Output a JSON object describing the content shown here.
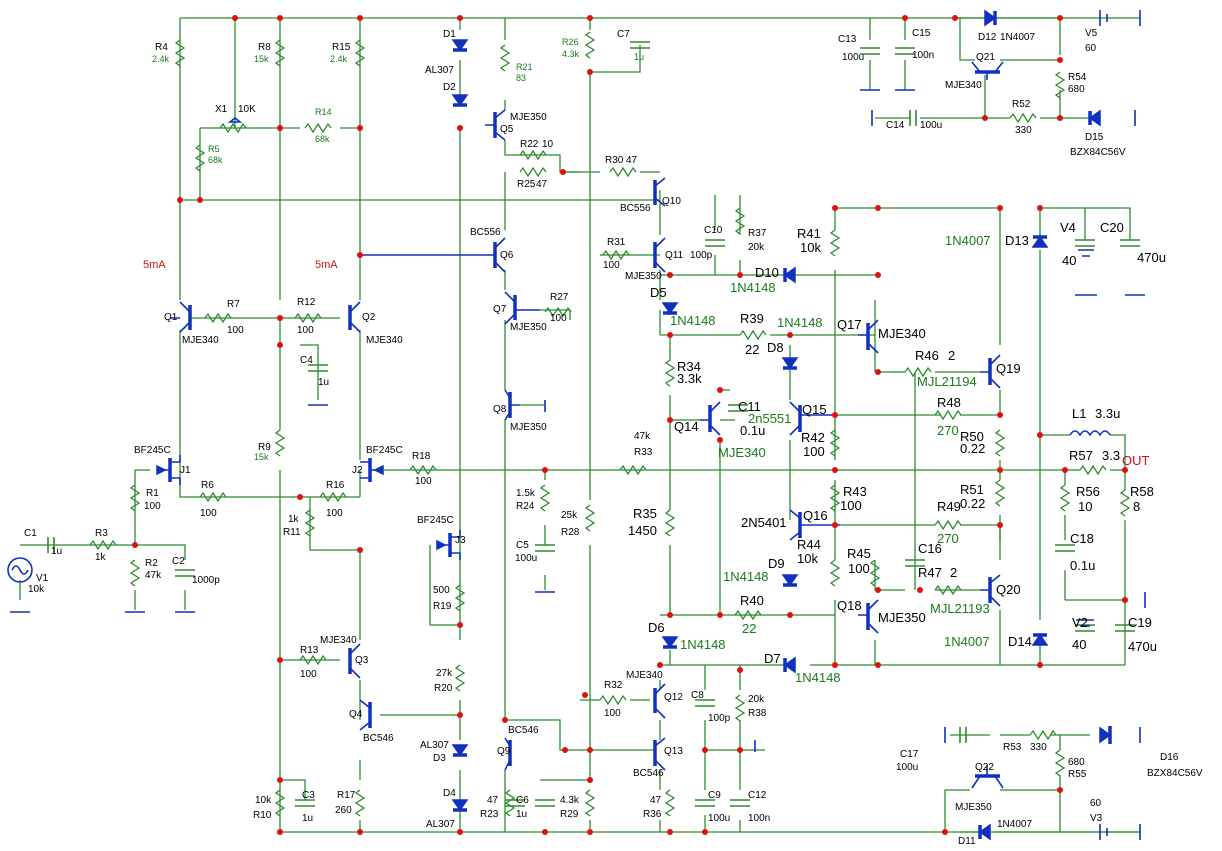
{
  "schematic": {
    "current_labels": [
      "5mA",
      "5mA"
    ],
    "output_label": "OUT",
    "components": {
      "R4": {
        "ref": "R4",
        "value": "2.4k"
      },
      "R8": {
        "ref": "R8",
        "value": "15k"
      },
      "R15": {
        "ref": "R15",
        "value": "2.4k"
      },
      "X1": {
        "ref": "X1",
        "value": "10K"
      },
      "R14": {
        "ref": "R14",
        "value": "68k"
      },
      "R5": {
        "ref": "R5",
        "value": "68k"
      },
      "D1": {
        "ref": "D1"
      },
      "D2": {
        "ref": "D2"
      },
      "AL307_top": {
        "value": "AL307"
      },
      "R21": {
        "ref": "R21",
        "value": "83"
      },
      "Q5": {
        "ref": "Q5",
        "part": "MJE350"
      },
      "R22": {
        "ref": "R22",
        "value": "10"
      },
      "R25": {
        "ref": "R25",
        "value": "47"
      },
      "R26": {
        "ref": "R26",
        "value": "4.3k"
      },
      "C7": {
        "ref": "C7",
        "value": "1u"
      },
      "R30": {
        "ref": "R30",
        "value": "47"
      },
      "Q10": {
        "ref": "Q10",
        "part": "BC556"
      },
      "C13": {
        "ref": "C13",
        "value": "100u"
      },
      "C15": {
        "ref": "C15",
        "value": "100n"
      },
      "D12": {
        "ref": "D12",
        "part": "1N4007"
      },
      "V5": {
        "ref": "V5",
        "value": "60"
      },
      "Q21": {
        "ref": "Q21",
        "part": "MJE340"
      },
      "R54": {
        "ref": "R54",
        "value": "680"
      },
      "C14": {
        "ref": "C14",
        "value": "100u"
      },
      "R52": {
        "ref": "R52",
        "value": "330"
      },
      "D15": {
        "ref": "D15",
        "part": "BZX84C56V"
      },
      "Q6": {
        "ref": "Q6",
        "part": "BC556"
      },
      "R31": {
        "ref": "R31",
        "value": "100"
      },
      "Q11": {
        "ref": "Q11",
        "part": "MJE350"
      },
      "C10": {
        "ref": "C10",
        "value": "100p"
      },
      "R37": {
        "ref": "R37",
        "value": "20k"
      },
      "R41": {
        "ref": "R41",
        "value": "10k"
      },
      "V4": {
        "ref": "V4",
        "value": "40"
      },
      "C20": {
        "ref": "C20",
        "value": "470u"
      },
      "D13": {
        "ref": "D13",
        "part": "1N4007"
      },
      "D10": {
        "ref": "D10",
        "part": "1N4148"
      },
      "D5": {
        "ref": "D5",
        "part": "1N4148"
      },
      "Q7": {
        "ref": "Q7",
        "part": "MJE350"
      },
      "R27": {
        "ref": "R27",
        "value": "100"
      },
      "Q1": {
        "ref": "Q1",
        "part": "MJE340"
      },
      "R7": {
        "ref": "R7",
        "value": "100"
      },
      "R12": {
        "ref": "R12",
        "value": "100"
      },
      "Q2": {
        "ref": "Q2",
        "part": "MJE340"
      },
      "C4": {
        "ref": "C4",
        "value": "1u"
      },
      "R39": {
        "ref": "R39",
        "value": "22"
      },
      "D8": {
        "ref": "D8",
        "part": "1N4148"
      },
      "Q17": {
        "ref": "Q17",
        "part": "MJE340"
      },
      "R46": {
        "ref": "R46",
        "value": "2"
      },
      "Q19": {
        "ref": "Q19",
        "part": "MJL21194"
      },
      "R34": {
        "ref": "R34",
        "value": "3.3k"
      },
      "C11": {
        "ref": "C11",
        "value": "0.1u"
      },
      "Q14": {
        "ref": "Q14",
        "part": "MJE340"
      },
      "Q15": {
        "ref": "Q15",
        "part": "2n5551"
      },
      "R48": {
        "ref": "R48",
        "value": "270"
      },
      "R50": {
        "ref": "R50",
        "value": "0.22"
      },
      "L1": {
        "ref": "L1",
        "value": "3.3u"
      },
      "Q8": {
        "ref": "Q8",
        "part": "MJE350"
      },
      "R42": {
        "ref": "R42",
        "value": "100"
      },
      "J1": {
        "ref": "J1",
        "part": "BF245C"
      },
      "J2": {
        "ref": "J2",
        "part": "BF245C"
      },
      "R9": {
        "ref": "R9",
        "value": "15k"
      },
      "R18": {
        "ref": "R18",
        "value": "100"
      },
      "R33": {
        "ref": "R33",
        "value": "47k"
      },
      "R57": {
        "ref": "R57",
        "value": "3.3"
      },
      "R1": {
        "ref": "R1",
        "value": "100"
      },
      "R6": {
        "ref": "R6",
        "value": "100"
      },
      "R16": {
        "ref": "R16",
        "value": "100"
      },
      "R24": {
        "ref": "R24",
        "value": "1.5k"
      },
      "R43": {
        "ref": "R43",
        "value": "100"
      },
      "R51": {
        "ref": "R51",
        "value": "0.22"
      },
      "R56": {
        "ref": "R56",
        "value": "10"
      },
      "R58": {
        "ref": "R58",
        "value": "8"
      },
      "R11": {
        "ref": "R11",
        "value": "1k"
      },
      "J3": {
        "ref": "J3",
        "part": "BF245C"
      },
      "R28": {
        "ref": "R28",
        "value": "25k"
      },
      "R35": {
        "ref": "R35",
        "value": "1450"
      },
      "Q16": {
        "ref": "Q16",
        "part": "2N5401"
      },
      "R49": {
        "ref": "R49",
        "value": "270"
      },
      "C1": {
        "ref": "C1",
        "value": "1u"
      },
      "R3": {
        "ref": "R3",
        "value": "1k"
      },
      "V1": {
        "ref": "V1",
        "value": "10k"
      },
      "R2": {
        "ref": "R2",
        "value": "47k"
      },
      "C2": {
        "ref": "C2",
        "value": "1000p"
      },
      "C5": {
        "ref": "C5",
        "value": "100u"
      },
      "R44": {
        "ref": "R44",
        "value": "10k"
      },
      "C16": {
        "ref": "C16"
      },
      "C18": {
        "ref": "C18",
        "value": "0.1u"
      },
      "R19": {
        "ref": "R19",
        "value": "500"
      },
      "D9": {
        "ref": "D9",
        "part": "1N4148"
      },
      "R45": {
        "ref": "R45",
        "value": "100"
      },
      "R47": {
        "ref": "R47",
        "value": "2"
      },
      "Q20": {
        "ref": "Q20",
        "part": "MJL21193"
      },
      "R40": {
        "ref": "R40",
        "value": "22"
      },
      "Q18": {
        "ref": "Q18",
        "part": "MJE350"
      },
      "V2": {
        "ref": "V2",
        "value": "40"
      },
      "C19": {
        "ref": "C19",
        "value": "470u"
      },
      "D6": {
        "ref": "D6",
        "part": "1N4148"
      },
      "D14": {
        "ref": "D14",
        "part": "1N4007"
      },
      "R13": {
        "ref": "R13",
        "value": "100"
      },
      "Q3": {
        "ref": "Q3",
        "part": "MJE340"
      },
      "R20": {
        "ref": "R20",
        "value": "27k"
      },
      "D7": {
        "ref": "D7",
        "part": "1N4148"
      },
      "Q12": {
        "ref": "Q12",
        "part": "MJE340"
      },
      "R32": {
        "ref": "R32",
        "value": "100"
      },
      "C8": {
        "ref": "C8",
        "value": "100p"
      },
      "R38": {
        "ref": "R38",
        "value": "20k"
      },
      "Q4": {
        "ref": "Q4",
        "part": "BC546"
      },
      "D3": {
        "ref": "D3"
      },
      "AL307_bot1": {
        "value": "AL307"
      },
      "Q9": {
        "ref": "Q9",
        "part": "BC546"
      },
      "Q13": {
        "ref": "Q13",
        "part": "BC546"
      },
      "C17": {
        "ref": "C17",
        "value": "100u"
      },
      "R53": {
        "ref": "R53",
        "value": "330"
      },
      "R55": {
        "ref": "R55",
        "value": "680"
      },
      "D16": {
        "ref": "D16",
        "part": "BZX84C56V"
      },
      "Q22": {
        "ref": "Q22",
        "part": "MJE350"
      },
      "V3": {
        "ref": "V3",
        "value": "60"
      },
      "D11": {
        "ref": "D11",
        "part": "1N4007"
      },
      "R10": {
        "ref": "R10",
        "value": "10k"
      },
      "C3": {
        "ref": "C3",
        "value": "1u"
      },
      "R17": {
        "ref": "R17",
        "value": "260"
      },
      "D4": {
        "ref": "D4"
      },
      "AL307_bot2": {
        "value": "AL307"
      },
      "R23": {
        "ref": "R23",
        "value": "47"
      },
      "C6": {
        "ref": "C6",
        "value": "1u"
      },
      "R29": {
        "ref": "R29",
        "value": "4.3k"
      },
      "R36": {
        "ref": "R36",
        "value": "47"
      },
      "C9": {
        "ref": "C9",
        "value": "100u"
      },
      "C12": {
        "ref": "C12",
        "value": "100n"
      }
    }
  },
  "colors": {
    "wire": "#2e8b2e",
    "device": "#1030c0",
    "node": "#e01010",
    "current": "#cc1010"
  }
}
